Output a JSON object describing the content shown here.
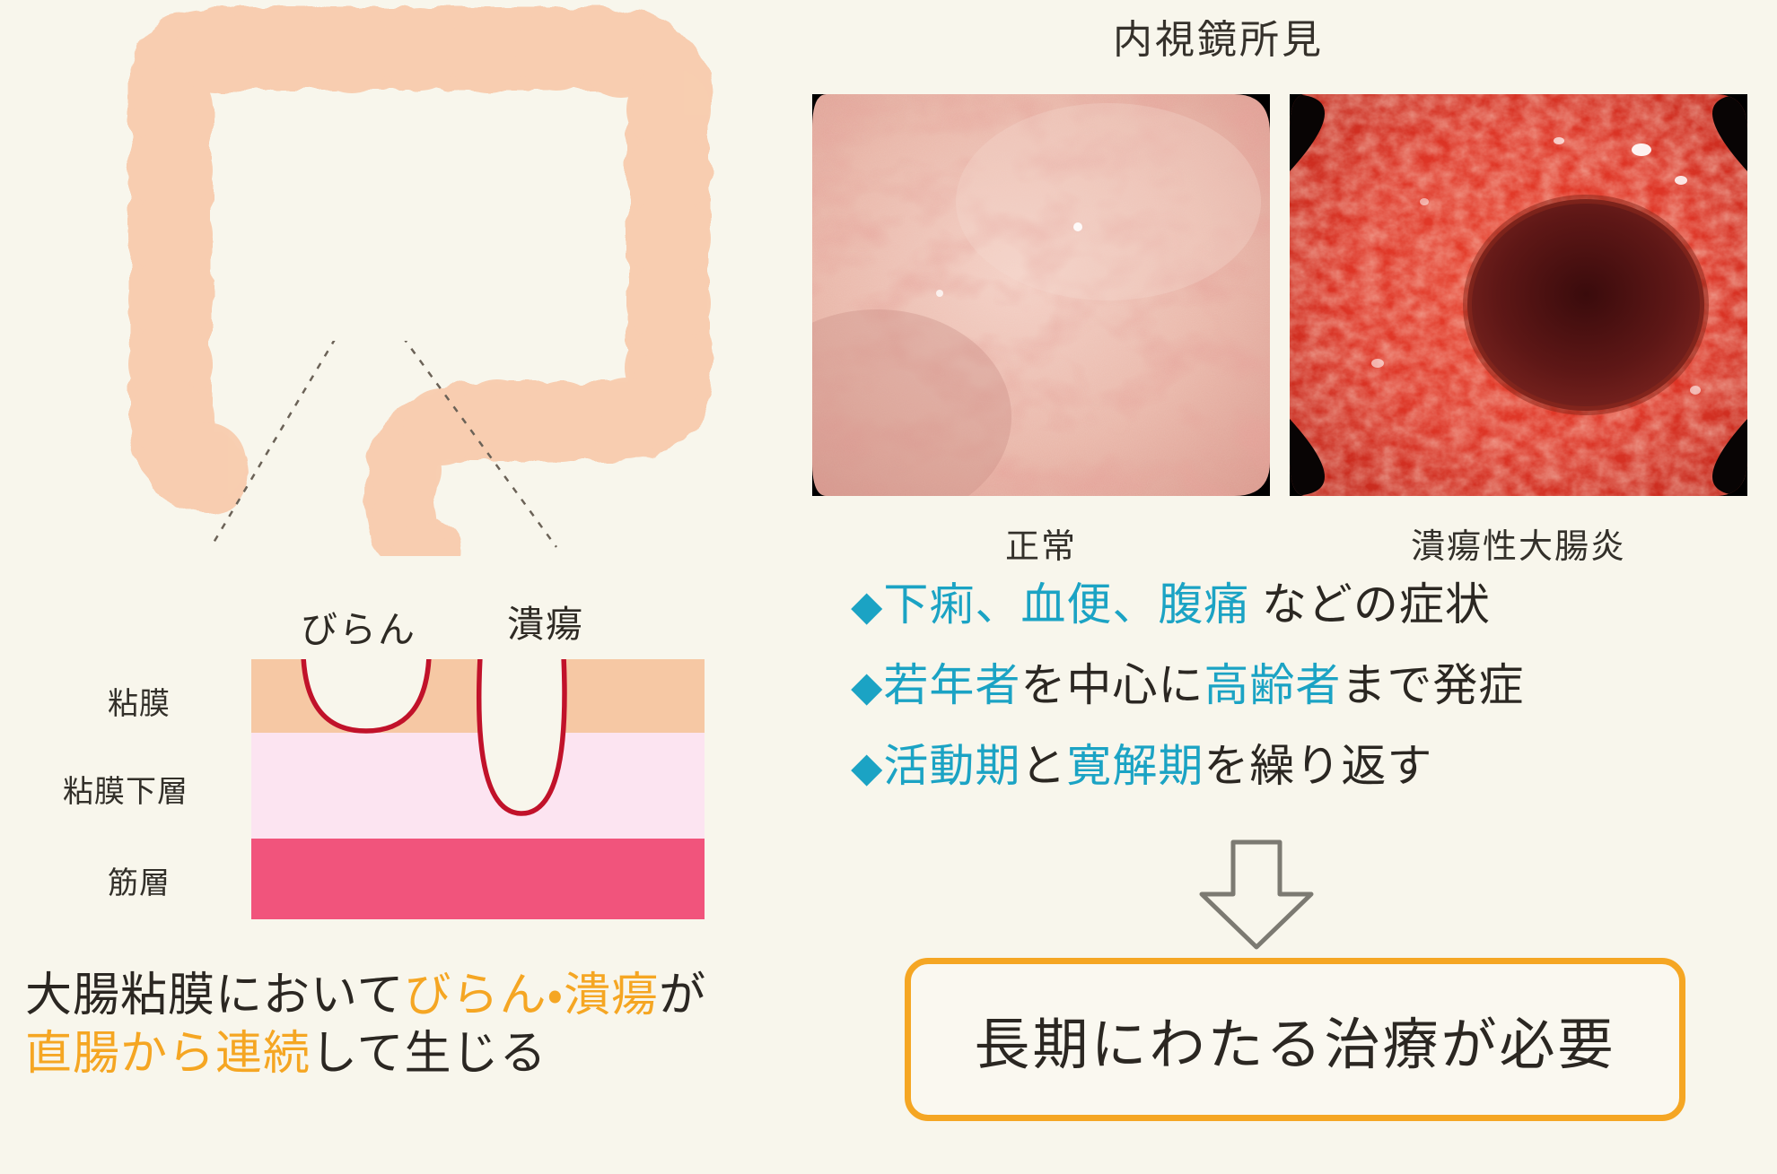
{
  "background_color": "#F8F6EC",
  "colors": {
    "colon": "#F8CDB0",
    "mucosa": "#F6C8A4",
    "submucosa": "#FCE4F1",
    "muscular": "#F1547C",
    "lesion_line": "#C1122A",
    "accent_teal": "#1BA3C4",
    "accent_orange": "#F5A623",
    "text": "#2B2722"
  },
  "left": {
    "colon_diagram": {
      "name": "large-intestine-illustration",
      "marker": "zoom-circle-marker"
    },
    "cross_section": {
      "lesions": [
        {
          "id": "erosion",
          "label": "びらん"
        },
        {
          "id": "ulcer",
          "label": "潰瘍"
        }
      ],
      "layers": [
        {
          "id": "mucosa",
          "label": "粘膜",
          "color": "#F6C8A4"
        },
        {
          "id": "submucosa",
          "label": "粘膜下層",
          "color": "#FCE4F1"
        },
        {
          "id": "muscular",
          "label": "筋層",
          "color": "#F1547C"
        }
      ]
    },
    "caption": {
      "line1_pre": "大腸粘膜において",
      "line1_hl": "びらん・潰瘍",
      "line1_post": "が",
      "line2_hl": "直腸から連続",
      "line2_post": "して生じる"
    }
  },
  "right": {
    "title": "内視鏡所見",
    "photos": [
      {
        "id": "normal",
        "caption": "正常"
      },
      {
        "id": "ulcerative-colitis",
        "caption": "潰瘍性大腸炎"
      }
    ],
    "bullets": [
      {
        "marker": "◆",
        "hl1": "下痢、血便、腹痛",
        "tail": " などの症状"
      },
      {
        "marker": "◆",
        "hl1": "若年者",
        "mid": "を中心に",
        "hl2": "高齢者",
        "tail": "まで発症"
      },
      {
        "marker": "◆",
        "hl1": "活動期",
        "mid": "と",
        "hl2": "寛解期",
        "tail": "を繰り返す"
      }
    ],
    "arrow": "down-arrow",
    "conclusion": "長期にわたる治療が必要"
  }
}
